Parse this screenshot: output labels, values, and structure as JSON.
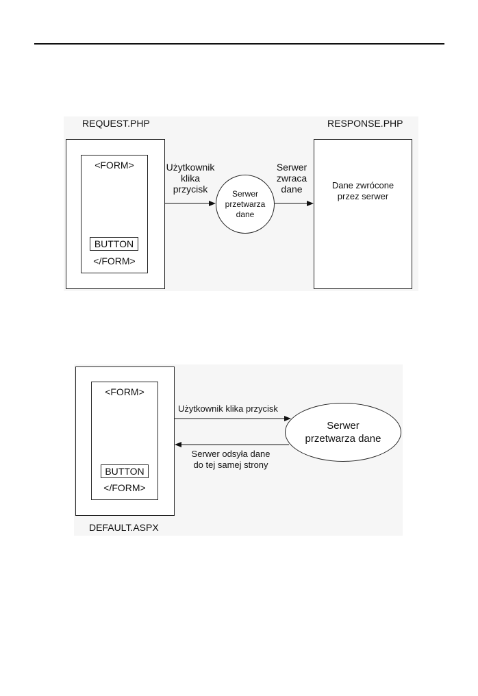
{
  "diagram1": {
    "request_title": "REQUEST.PHP",
    "response_title": "RESPONSE.PHP",
    "form_open": "<FORM>",
    "form_close": "</FORM>",
    "button": "BUTTON",
    "arrow1_line1": "Użytkownik",
    "arrow1_line2": "klika",
    "arrow1_line3": "przycisk",
    "server_line1": "Serwer",
    "server_line2": "przetwarza",
    "server_line3": "dane",
    "arrow2_line1": "Serwer",
    "arrow2_line2": "zwraca",
    "arrow2_line3": "dane",
    "response_line1": "Dane zwrócone",
    "response_line2": "przez serwer"
  },
  "diagram2": {
    "form_open": "<FORM>",
    "form_close": "</FORM>",
    "button": "BUTTON",
    "page_title": "DEFAULT.ASPX",
    "arrow_top": "Użytkownik klika przycisk",
    "server_line1": "Serwer",
    "server_line2": "przetwarza dane",
    "arrow_bottom_line1": "Serwer odsyła dane",
    "arrow_bottom_line2": "do tej samej strony"
  }
}
